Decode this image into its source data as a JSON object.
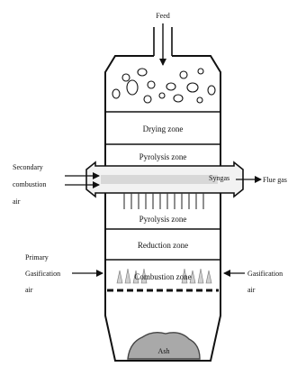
{
  "labels": {
    "feed": "Feed",
    "drying_zone": "Drying zone",
    "pyrolysis_zone_upper": "Pyrolysis zone",
    "syngas": "Syngas",
    "pyrolysis_zone_lower": "Pyrolysis zone",
    "reduction_zone": "Reduction zone",
    "oxidation_zone": "Combustion zone",
    "ash": "Ash",
    "secondary_air_line1": "Secondary",
    "secondary_air_line2": "combustion",
    "secondary_air_line3": "air",
    "flue_gas": "Flue gas",
    "primary_air_line1": "Primary",
    "primary_air_line2": "Gasification",
    "primary_air_line3": "air",
    "gasification_air_line1": "Gasification",
    "gasification_air_line2": "air"
  }
}
